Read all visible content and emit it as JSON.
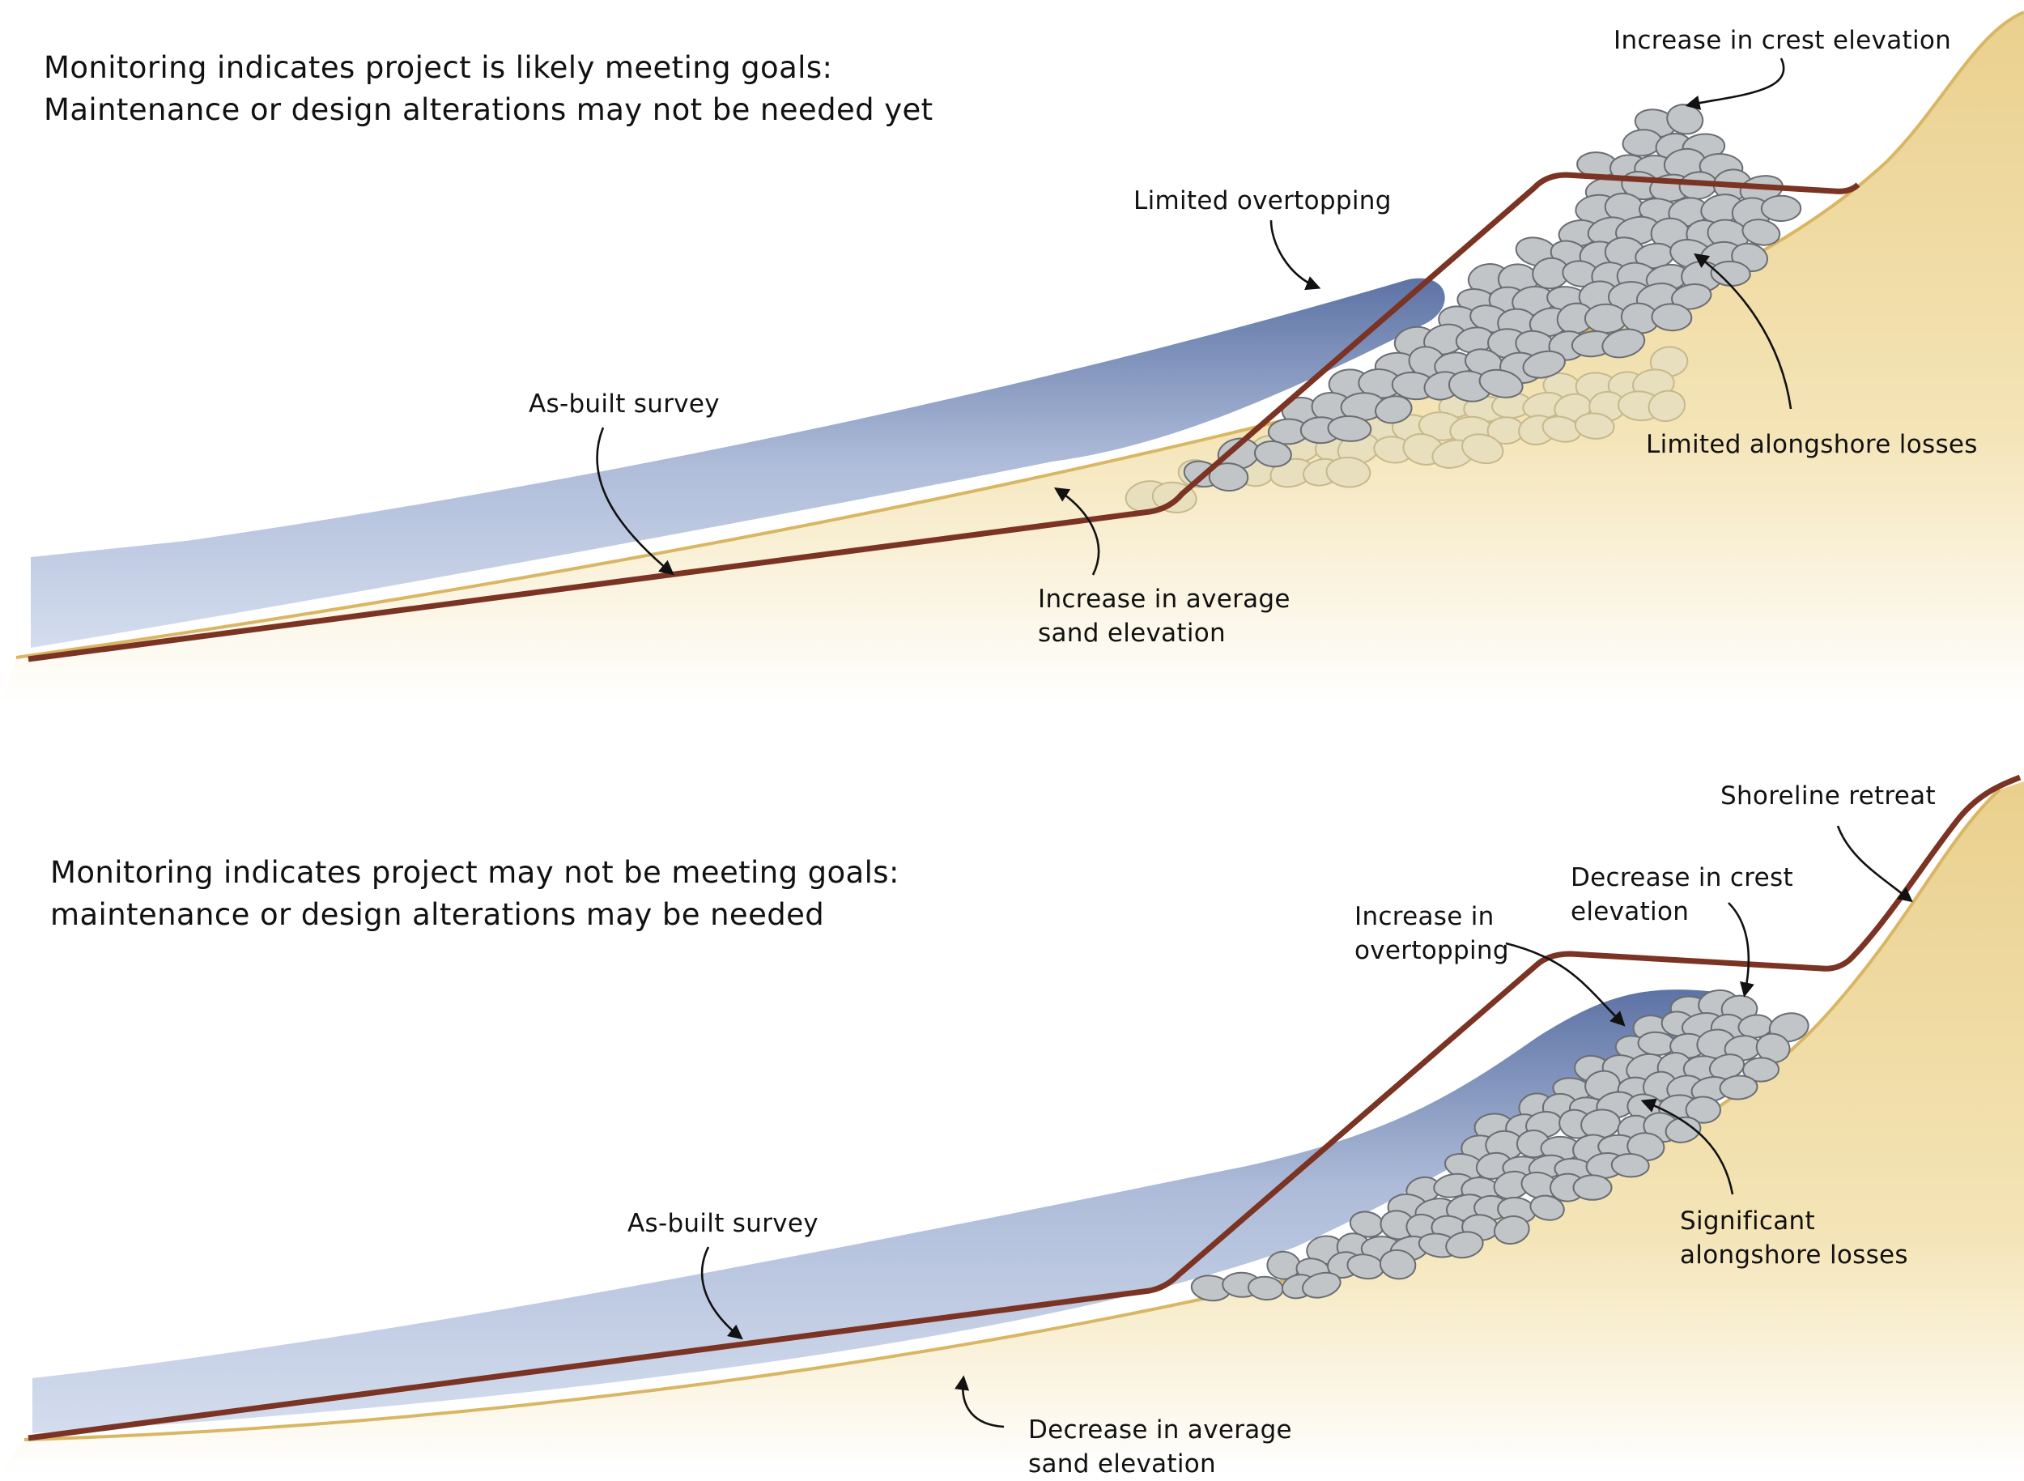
{
  "colors": {
    "sand_light": "#fbf4df",
    "sand_dark": "#eed79a",
    "sand_edge": "#dcb86a",
    "water_light": "#d4ddee",
    "water_dark": "#6a7fad",
    "rock_fill": "#c2c5c8",
    "rock_stroke": "#6a6d72",
    "buried_rock_fill": "#e7dfbe",
    "buried_rock_stroke": "#c6b98c",
    "survey_line": "#7b3424"
  },
  "panel_top": {
    "title": {
      "line1": "Monitoring indicates project is likely meeting goals:",
      "line2": "Maintenance or design alterations may not be needed yet"
    },
    "labels": {
      "crest": "Increase in crest elevation",
      "overtopping": "Limited overtopping",
      "as_built": "As-built survey",
      "alongshore": "Limited alongshore losses",
      "sand_line1": "Increase in average",
      "sand_line2": "sand elevation"
    }
  },
  "panel_bottom": {
    "title": {
      "line1": "Monitoring indicates project may not be meeting goals:",
      "line2": "maintenance or design alterations may be needed"
    },
    "labels": {
      "shoreline": "Shoreline retreat",
      "crest_line1": "Decrease in crest",
      "crest_line2": "elevation",
      "overtopping_line1": "Increase in",
      "overtopping_line2": "overtopping",
      "as_built": "As-built survey",
      "alongshore_line1": "Significant",
      "alongshore_line2": "alongshore losses",
      "sand_line1": "Decrease in average",
      "sand_line2": "sand elevation"
    }
  }
}
